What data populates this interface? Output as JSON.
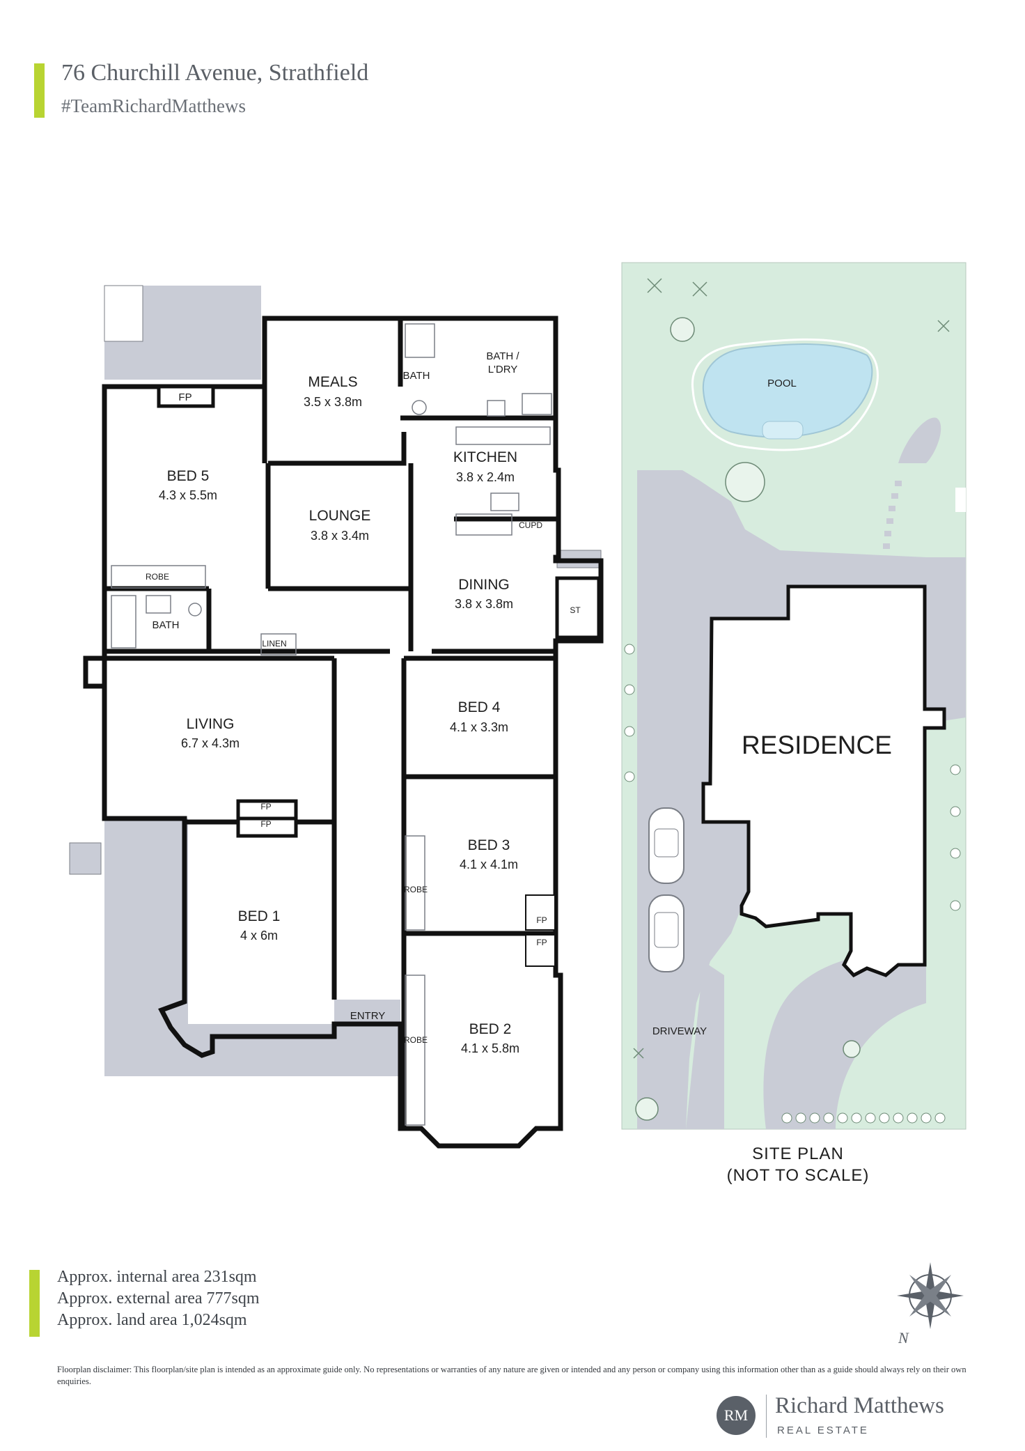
{
  "header": {
    "title": "76 Churchill Avenue, Strathfield",
    "subtitle": "#TeamRichardMatthews"
  },
  "rooms": {
    "meals": {
      "name": "MEALS",
      "dims": "3.5 x 3.8m"
    },
    "bath_top": {
      "name": "BATH"
    },
    "bath_laundry": {
      "line1": "BATH /",
      "line2": "L'DRY"
    },
    "fp_bed5": {
      "name": "FP"
    },
    "bed5": {
      "name": "BED 5",
      "dims": "4.3 x 5.5m"
    },
    "kitchen": {
      "name": "KITCHEN",
      "dims": "3.8 x 2.4m"
    },
    "lounge": {
      "name": "LOUNGE",
      "dims": "3.8 x 3.4m"
    },
    "cupd": {
      "name": "CUPD"
    },
    "robe_bed5": {
      "name": "ROBE"
    },
    "dining": {
      "name": "DINING",
      "dims": "3.8 x 3.8m"
    },
    "st": {
      "name": "ST"
    },
    "bath_mid": {
      "name": "BATH"
    },
    "linen": {
      "name": "LINEN"
    },
    "bed4": {
      "name": "BED 4",
      "dims": "4.1 x 3.3m"
    },
    "living": {
      "name": "LIVING",
      "dims": "6.7 x 4.3m"
    },
    "fp_living": {
      "name": "FP"
    },
    "fp_bed1": {
      "name": "FP"
    },
    "bed3": {
      "name": "BED 3",
      "dims": "4.1 x 4.1m"
    },
    "robe_bed3": {
      "name": "ROBE"
    },
    "fp_bed3": {
      "name": "FP"
    },
    "bed1": {
      "name": "BED 1",
      "dims": "4 x 6m"
    },
    "fp_bed2": {
      "name": "FP"
    },
    "entry": {
      "name": "ENTRY"
    },
    "bed2": {
      "name": "BED 2",
      "dims": "4.1 x 5.8m"
    },
    "robe_bed2": {
      "name": "ROBE"
    }
  },
  "site_plan": {
    "pool": "POOL",
    "residence": "RESIDENCE",
    "driveway": "DRIVEWAY",
    "caption_line1": "SITE PLAN",
    "caption_line2": "(NOT TO SCALE)"
  },
  "areas": {
    "internal": "Approx. internal area 231sqm",
    "external": "Approx. external area 777sqm",
    "land": "Approx. land area 1,024sqm"
  },
  "compass": {
    "north": "N"
  },
  "disclaimer": "Floorplan disclaimer: This floorplan/site plan is intended as an approximate guide only. No representations or warranties of any nature are given or intended and any person or company using this information other than as a guide should always rely on their own enquiries.",
  "brand": {
    "monogram": "RM",
    "name": "Richard Matthews",
    "tagline": "REAL ESTATE"
  },
  "colors": {
    "accent": "#b8d432",
    "lawn": "#d7ecde",
    "paving": "#c9ccd6",
    "wall": "#111111"
  }
}
